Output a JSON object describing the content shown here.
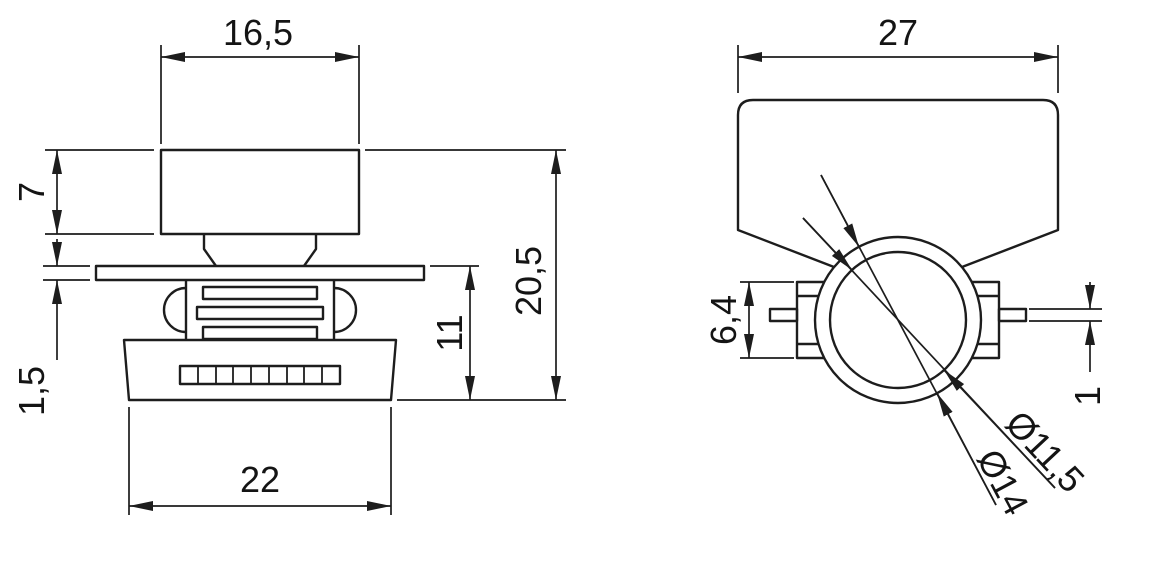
{
  "meta": {
    "type": "technical-dimension-drawing",
    "background_color": "#ffffff",
    "line_color": "#1d1d1d"
  },
  "side_view": {
    "dims": {
      "cap_width": "16,5",
      "cap_height": "7",
      "flange_thickness": "1,5",
      "lower_height": "11",
      "overall_height": "20,5",
      "base_width": "22"
    }
  },
  "front_view": {
    "dims": {
      "overall_width": "27",
      "tab_height": "6,4",
      "pin_thickness": "1",
      "inner_diameter": "Ø11,5",
      "outer_diameter": "Ø14"
    }
  }
}
